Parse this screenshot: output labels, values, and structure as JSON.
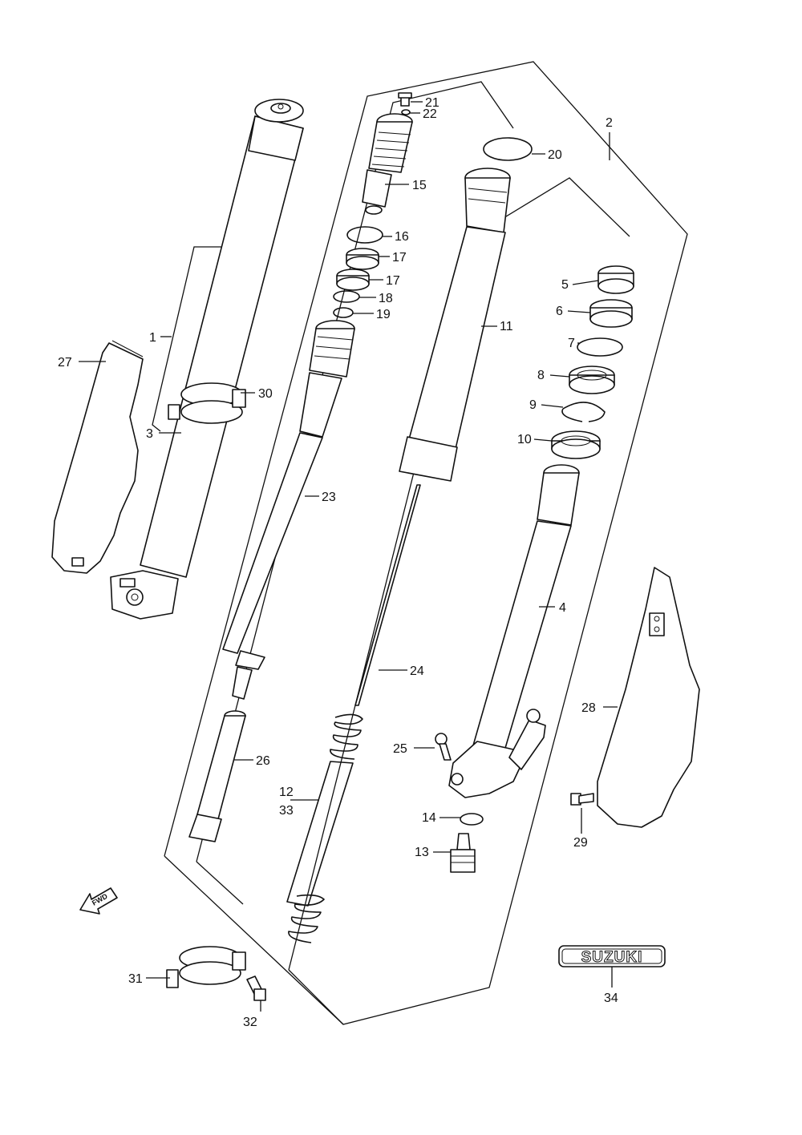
{
  "callouts": {
    "c1": "1",
    "c2": "2",
    "c3": "3",
    "c4": "4",
    "c5": "5",
    "c6": "6",
    "c7": "7",
    "c8": "8",
    "c9": "9",
    "c10": "10",
    "c11": "11",
    "c12": "12",
    "c13": "13",
    "c14": "14",
    "c15": "15",
    "c16": "16",
    "c17a": "17",
    "c17b": "17",
    "c18": "18",
    "c19": "19",
    "c20": "20",
    "c21": "21",
    "c22": "22",
    "c23": "23",
    "c24": "24",
    "c25": "25",
    "c26": "26",
    "c27": "27",
    "c28": "28",
    "c29": "29",
    "c30": "30",
    "c31": "31",
    "c32": "32",
    "c33": "33",
    "c34": "34"
  },
  "fwd_label": "FWD",
  "emblem_text": "SUZUKI",
  "colors": {
    "line": "#111111",
    "background": "#ffffff",
    "shade": "#d9d9d9"
  }
}
